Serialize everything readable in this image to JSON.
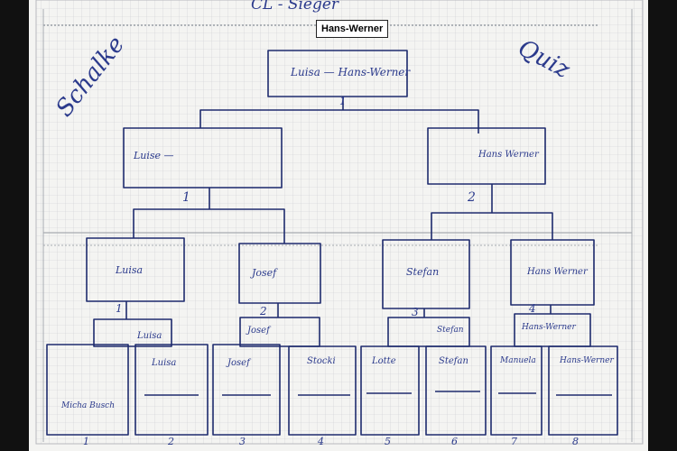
{
  "board": {
    "title": "CL - Sieger",
    "winner_label": "Hans-Werner",
    "left_side_word": "Schalke",
    "right_side_word": "Quiz"
  },
  "final": {
    "match_text": "Luisa — Hans-Werner",
    "number": "1"
  },
  "semifinals": [
    {
      "name": "Luise —",
      "number": "1"
    },
    {
      "name": "Hans Werner",
      "number": "2"
    }
  ],
  "quarterfinals": [
    {
      "name": "Luisa",
      "number": "1"
    },
    {
      "name": "Josef",
      "number": "2"
    },
    {
      "name": "Stefan",
      "number": "3"
    },
    {
      "name": "Hans Werner",
      "number": "4"
    }
  ],
  "round_of_16_pairs": [
    {
      "winner": "Luisa"
    },
    {
      "winner": "Josef"
    },
    {
      "winner": "Stefan"
    },
    {
      "winner": "Hans-Werner"
    }
  ],
  "players": [
    {
      "name": "Micha Busch",
      "number": "1"
    },
    {
      "name": "Luisa",
      "number": "2"
    },
    {
      "name": "Josef",
      "number": "3"
    },
    {
      "name": "Stocki",
      "number": "4"
    },
    {
      "name": "Lotte",
      "number": "5"
    },
    {
      "name": "Stefan",
      "number": "6"
    },
    {
      "name": "Manuela",
      "number": "7"
    },
    {
      "name": "Hans-Werner",
      "number": "8"
    }
  ]
}
